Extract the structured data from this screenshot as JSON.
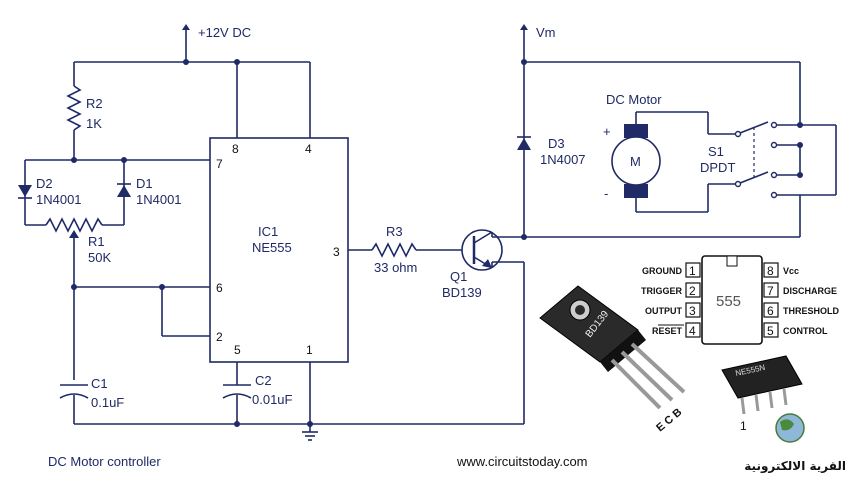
{
  "supply": {
    "label": "+12V DC"
  },
  "vm": {
    "label": "Vm"
  },
  "r2": {
    "name": "R2",
    "value": "1K"
  },
  "d2": {
    "name": "D2",
    "value": "1N4001"
  },
  "d1": {
    "name": "D1",
    "value": "1N4001"
  },
  "r1": {
    "name": "R1",
    "value": "50K"
  },
  "c1": {
    "name": "C1",
    "value": "0.1uF"
  },
  "c2": {
    "name": "C2",
    "value": "0.01uF"
  },
  "ic1": {
    "name": "IC1",
    "value": "NE555",
    "pins": [
      "8",
      "4",
      "7",
      "3",
      "6",
      "2",
      "5",
      "1"
    ]
  },
  "r3": {
    "name": "R3",
    "value": "33 ohm"
  },
  "q1": {
    "name": "Q1",
    "value": "BD139"
  },
  "d3": {
    "name": "D3",
    "value": "1N4007"
  },
  "motor": {
    "title": "DC Motor",
    "symbol": "M",
    "plus": "+",
    "minus": "-"
  },
  "s1": {
    "name": "S1",
    "value": "DPDT"
  },
  "pinout555": {
    "chip_label": "555",
    "left": [
      {
        "name": "GROUND",
        "num": "1"
      },
      {
        "name": "TRIGGER",
        "num": "2"
      },
      {
        "name": "OUTPUT",
        "num": "3"
      },
      {
        "name": "RESET",
        "num": "4"
      }
    ],
    "right": [
      {
        "name": "Vcc",
        "num": "8"
      },
      {
        "name": "DISCHARGE",
        "num": "7"
      },
      {
        "name": "THRESHOLD",
        "num": "6"
      },
      {
        "name": "CONTROL",
        "num": "5"
      }
    ]
  },
  "transistor_pkg": {
    "marking": "BD139",
    "pins": "E C B"
  },
  "chip_pkg": {
    "marking": "NE555N",
    "pin1": "1"
  },
  "caption": "DC Motor controller",
  "website": "www.circuitstoday.com",
  "logo_text": "القرية الالكترونية"
}
